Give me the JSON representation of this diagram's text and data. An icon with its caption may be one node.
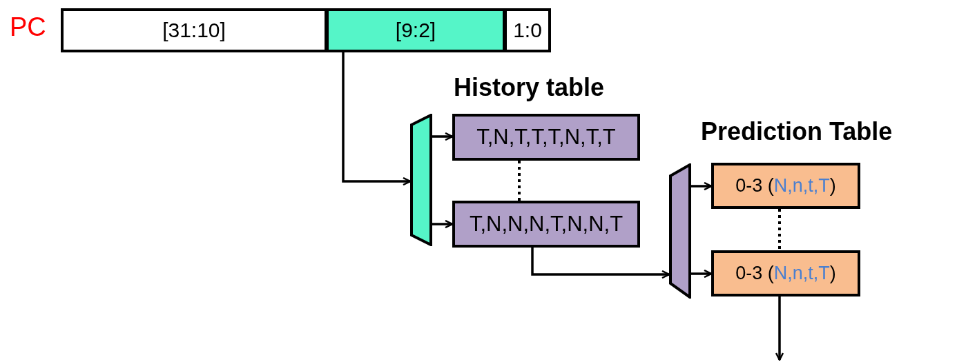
{
  "diagram": {
    "nodes": [
      {
        "text": [
          "[31:10]"
        ]
      },
      {
        "text": [
          "[9:2]"
        ]
      },
      {
        "text": [
          "1:0"
        ]
      },
      {
        "text": [],
        "shape": "trapezoid"
      },
      {
        "text": [
          "T,N,T,T,T,N,T,T"
        ]
      },
      {
        "text": [
          "T,N,N,N,T,N,N,T"
        ]
      },
      {
        "text": [],
        "shape": "trapezoid"
      },
      {
        "text": [
          "0-3 (N,n,t,T)"
        ]
      },
      {
        "text": [
          "0-3 (N,n,t,T)"
        ]
      }
    ],
    "edges": [
      {
        "from": 1,
        "to": 3,
        "arrow": "to"
      },
      {
        "from": 3,
        "to": 4,
        "arrow": "to"
      },
      {
        "from": 3,
        "to": 5,
        "arrow": "to"
      },
      {
        "from": 4,
        "to": 5,
        "arrow": "none",
        "style": "dashed"
      },
      {
        "from": 5,
        "to": 6,
        "arrow": "to"
      },
      {
        "from": 6,
        "to": 7,
        "arrow": "to"
      },
      {
        "from": 6,
        "to": 8,
        "arrow": "to"
      },
      {
        "from": 7,
        "to": 8,
        "arrow": "none",
        "style": "dashed"
      },
      {
        "from": 8,
        "to": null,
        "arrow": "to"
      }
    ],
    "labels": [
      "PC",
      "History table",
      "Prediction Table"
    ]
  }
}
